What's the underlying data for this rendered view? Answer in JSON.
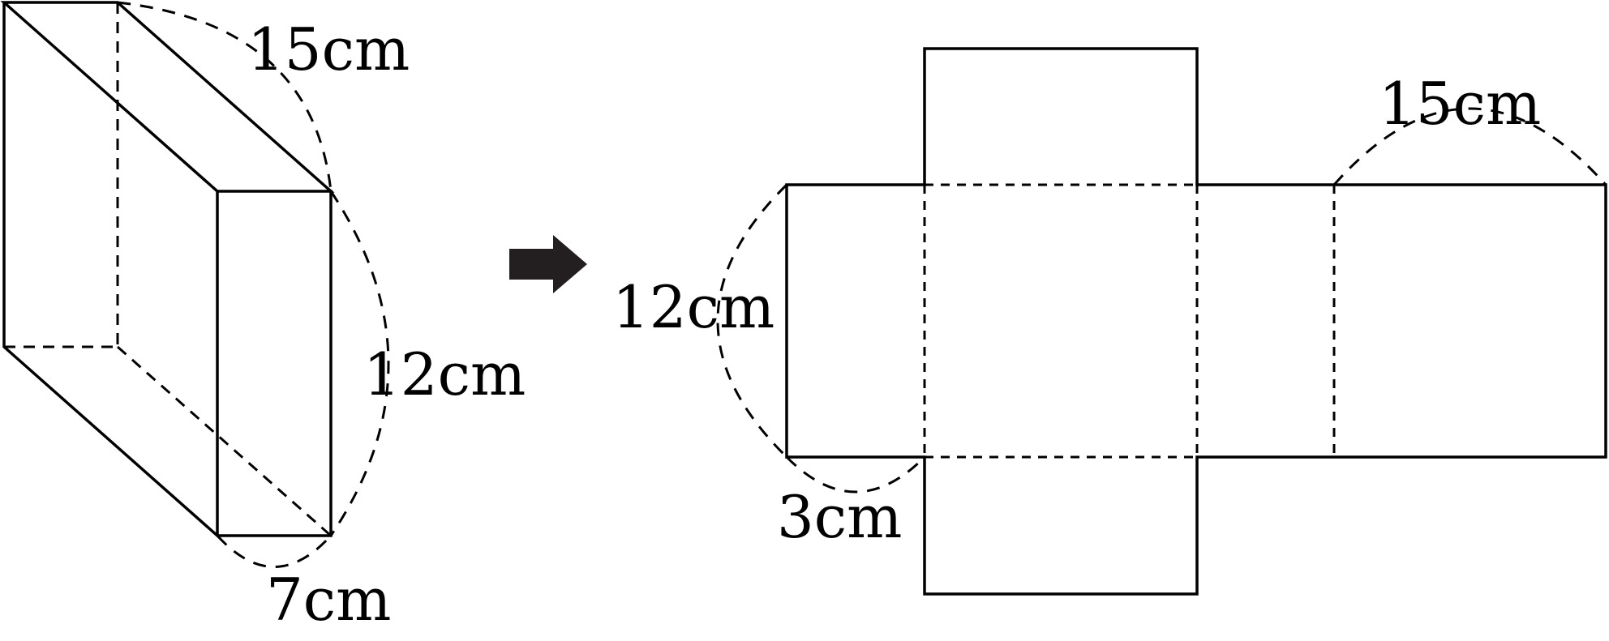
{
  "solid": {
    "labels": {
      "length": "15cm",
      "height": "12cm",
      "width": "7cm"
    }
  },
  "net": {
    "labels": {
      "height": "12cm",
      "width": "3cm",
      "length": "15cm"
    }
  }
}
